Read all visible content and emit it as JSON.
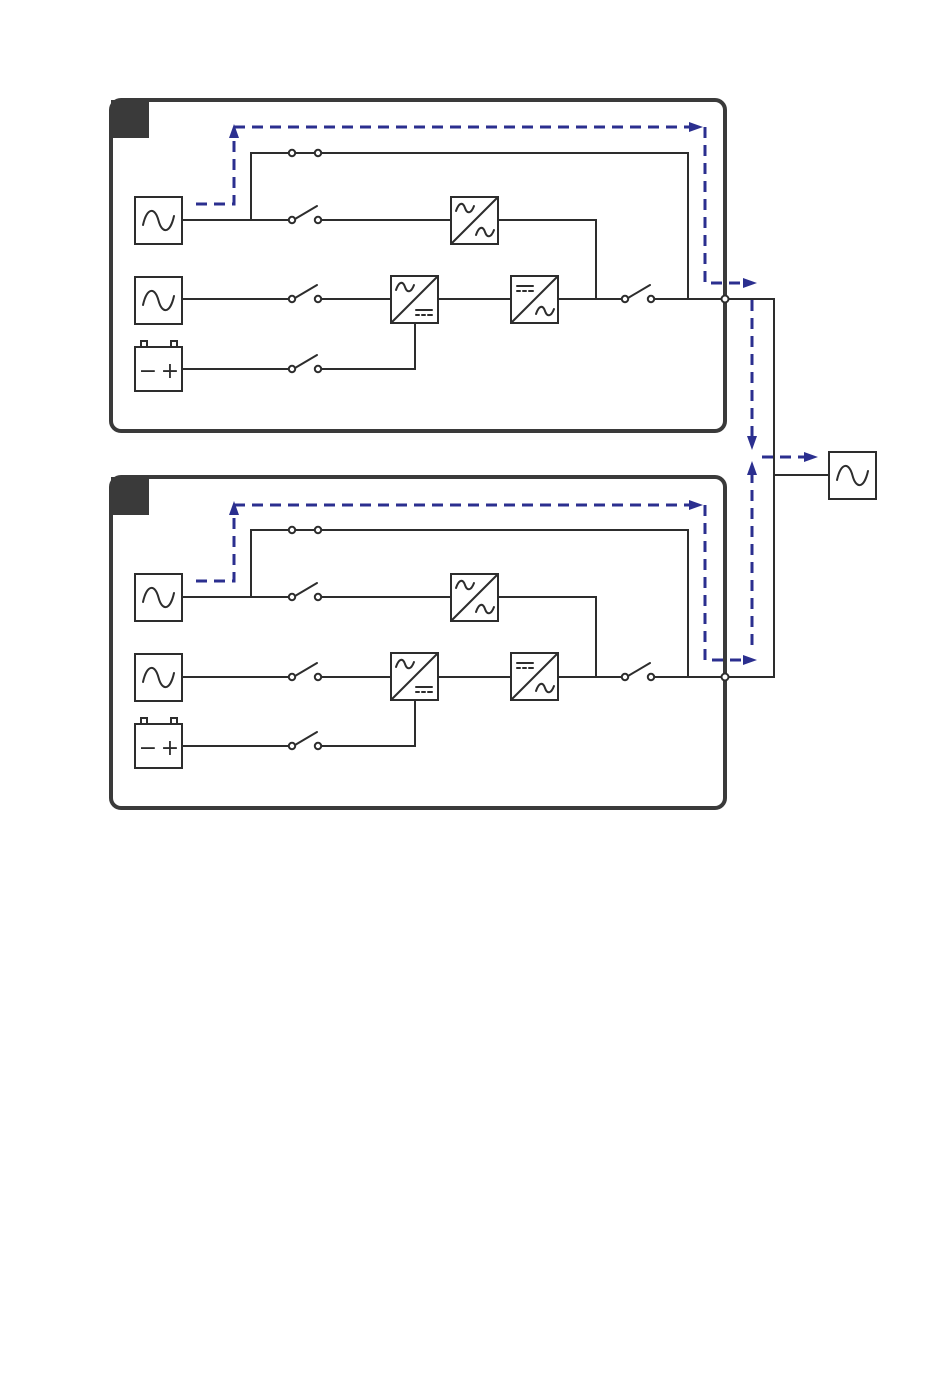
{
  "diagram": {
    "kind": "parallel UPS power flow schematic",
    "units": [
      {
        "id": "ups-1",
        "name": ""
      },
      {
        "id": "ups-2",
        "name": ""
      }
    ],
    "components_per_unit": [
      "ac-source-icon",
      "ac-source-icon",
      "battery-icon",
      "maintenance-bypass-switch",
      "bypass-switch",
      "rectifier-switch",
      "battery-switch",
      "output-switch",
      "static-bypass-converter-icon",
      "rectifier-icon",
      "inverter-icon"
    ],
    "battery_labels": {
      "minus": "−",
      "plus": "+"
    },
    "load": {
      "icon": "ac-load-icon"
    },
    "flow_path": "bypass",
    "colors": {
      "frame": "#3a3a3a",
      "wire": "#2d2d2d",
      "flow_arrow": "#2b2f8f",
      "unit_tag": "#3a3a3a"
    }
  }
}
